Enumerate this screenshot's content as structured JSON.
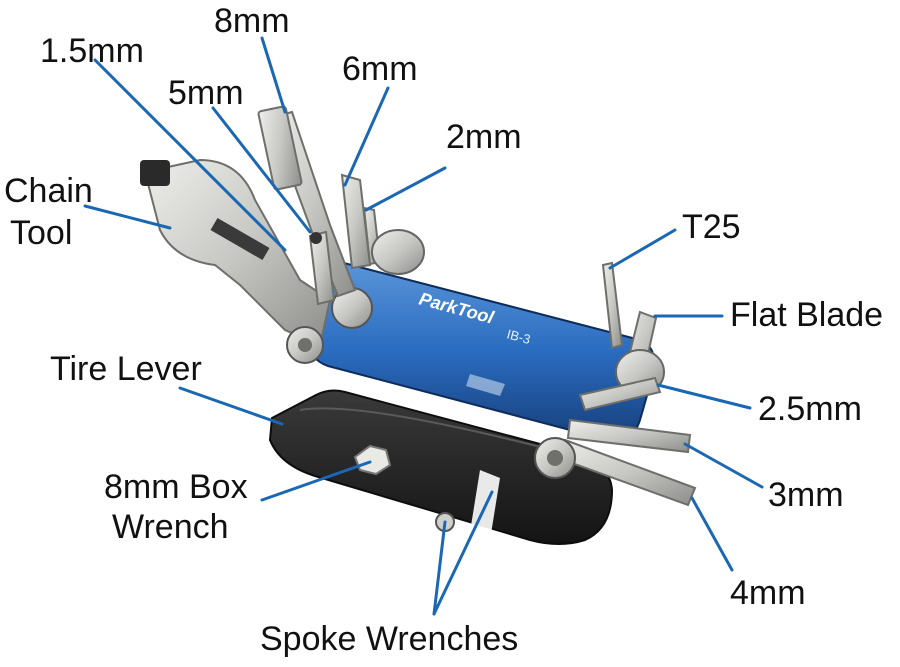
{
  "colors": {
    "background": "#ffffff",
    "leader": "#1a67b3",
    "label_text": "#111111",
    "body_blue": "#2a6cc0",
    "body_blue_dark": "#173f7a",
    "steel": "#c7c7c4",
    "steel_dark": "#8d8d8a",
    "lever_black": "#1f1f1f"
  },
  "brand": {
    "logo": "ParkTool",
    "model": "IB-3"
  },
  "labels": {
    "chain_tool_line1": "Chain",
    "chain_tool_line2": "Tool",
    "hex_1_5": "1.5mm",
    "hex_8": "8mm",
    "hex_5": "5mm",
    "hex_6": "6mm",
    "hex_2": "2mm",
    "torx_t25": "T25",
    "flat_blade": "Flat Blade",
    "hex_2_5": "2.5mm",
    "hex_3": "3mm",
    "hex_4": "4mm",
    "tire_lever": "Tire Lever",
    "box_wrench_line1": "8mm Box",
    "box_wrench_line2": "Wrench",
    "spoke_wrenches": "Spoke Wrenches"
  }
}
